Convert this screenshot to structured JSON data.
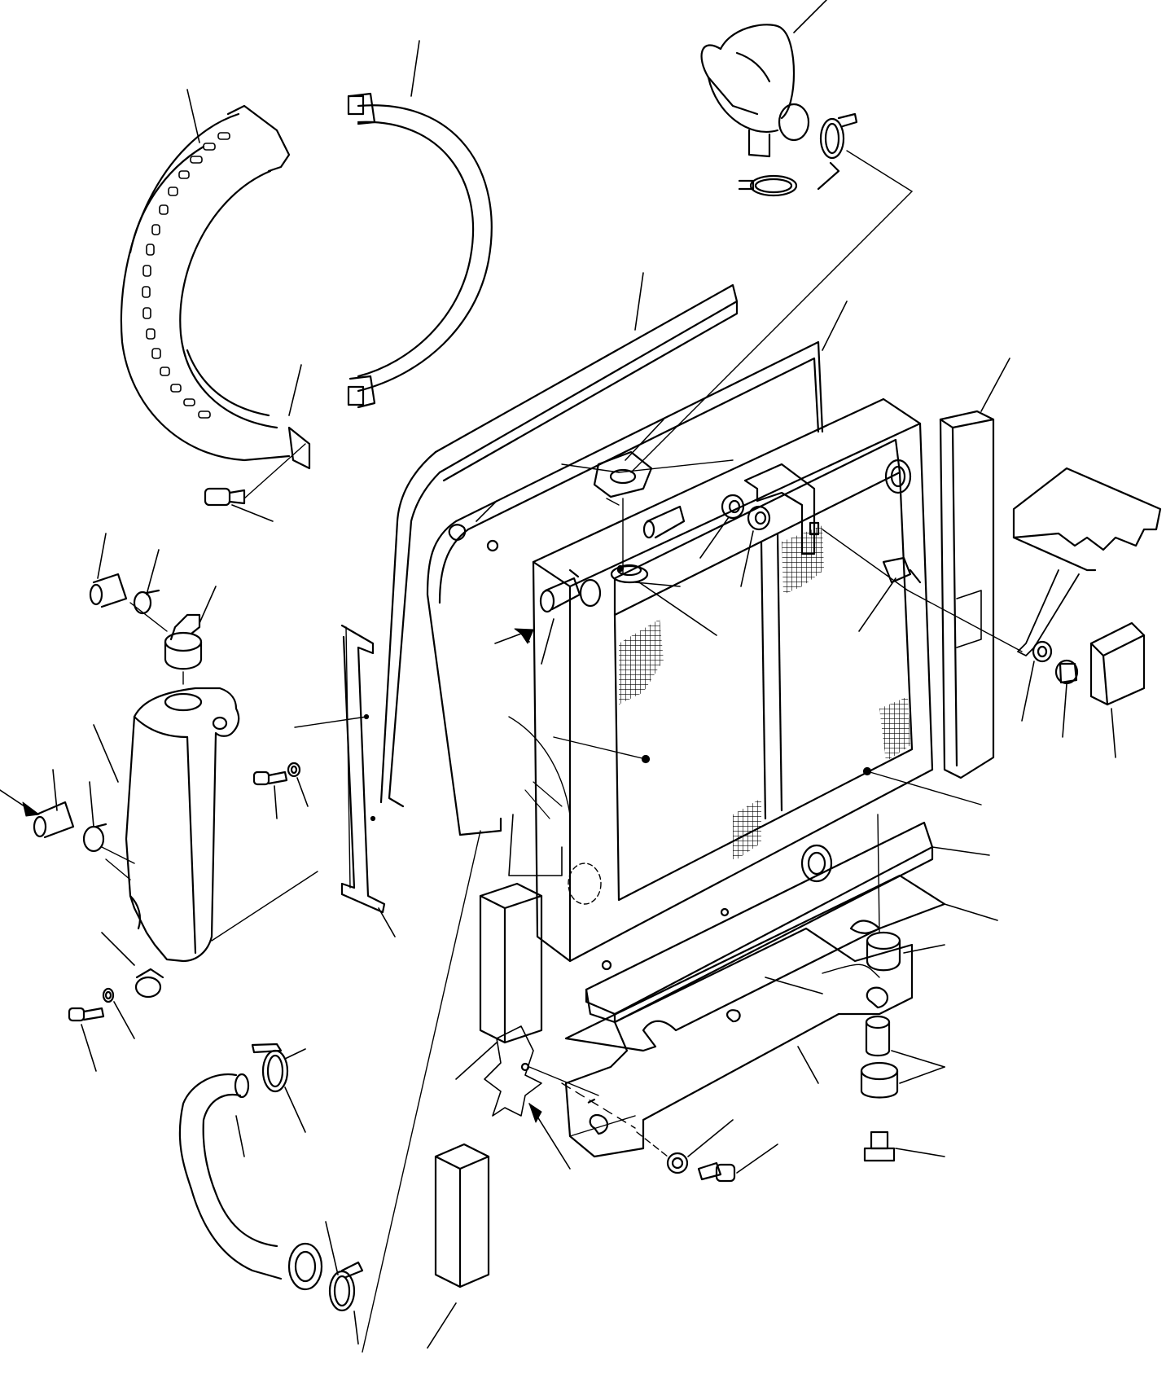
{
  "diagram": {
    "type": "exploded-parts-drawing",
    "subject": "radiator-assembly",
    "background_color": "#ffffff",
    "line_color": "#000000",
    "mesh_color": "#000000",
    "text_labels": [],
    "parts": [
      "fan-shroud-ring-perforated",
      "fan-shroud-ring-plain",
      "upper-radiator-hose",
      "hose-clamps-upper",
      "top-seal-strip",
      "shroud-frame-panel",
      "radiator-filler-plate",
      "radiator-core",
      "right-foam-block",
      "mounting-bracket-top",
      "small-cover-pad",
      "expansion-tank",
      "tank-cap",
      "tank-hoses",
      "side-bracket",
      "bolts-and-washers",
      "lower-radiator-hose",
      "left-foam-block",
      "bottom-foam-strip",
      "base-plate",
      "mount-bracket",
      "rubber-mounts",
      "loose-foam-block"
    ]
  }
}
